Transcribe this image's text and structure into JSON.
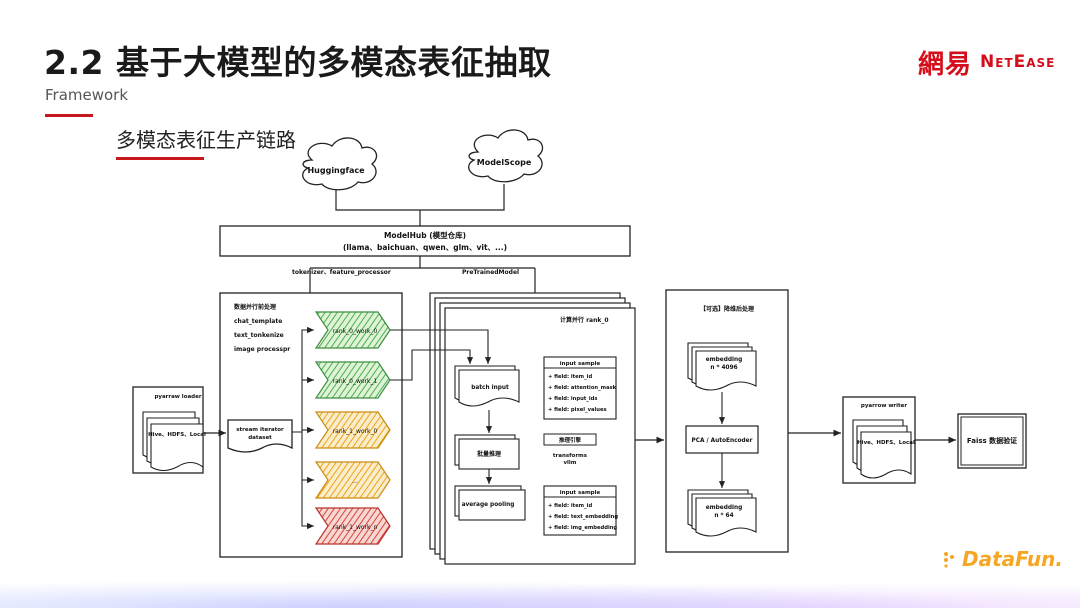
{
  "title": "2.2 基于大模型的多模态表征抽取",
  "subtitle": "Framework",
  "section": "多模态表征生产链路",
  "brand": {
    "cn": "網易",
    "en": "NetEase"
  },
  "footer_logo": "DataFun.",
  "diagram": {
    "clouds": [
      "Huggingface",
      "ModelScope"
    ],
    "modelhub": {
      "line1": "ModelHub (模型仓库)",
      "line2": "(llama、baichuan、qwen、glm、vit、...)"
    },
    "edge_labels": [
      "tokenizer、feature_processor",
      "PreTrainedModel"
    ],
    "preprocess": {
      "title": "数据并行前处理",
      "items": [
        "chat_template",
        "text_tonkenize",
        "image processpr"
      ],
      "workers": [
        "rank_0_work_0",
        "rank_0_work_1",
        "rank_1_work_0",
        "...",
        "rank_1_work_n"
      ]
    },
    "loader": {
      "title": "pyarraw loader",
      "doc": "Hive、HDFS、Local"
    },
    "stream": {
      "line1": "stream iterator",
      "line2": "dataset"
    },
    "compute": {
      "title": "计算并行 rank_0",
      "batch_input": "batch input",
      "batch_infer": "批量推理",
      "avg_pool": "average pooling",
      "input_sample_1": {
        "title": "input sample",
        "fields": [
          "+ field: item_id",
          "+ field: attention_mask",
          "+ field: input_ids",
          "+ field: pixel_values"
        ]
      },
      "engine": {
        "title": "推理引擎",
        "line1": "transforms",
        "line2": "vllm"
      },
      "input_sample_2": {
        "title": "input sample",
        "fields": [
          "+ field: item_id",
          "+ field: text_embedding",
          "+ field: img_embedding"
        ]
      }
    },
    "postprocess": {
      "title": "【可选】降维后处理",
      "emb_in": {
        "line1": "embedding",
        "line2": "n * 4096"
      },
      "pca": "PCA / AutoEncoder",
      "emb_out": {
        "line1": "embedding",
        "line2": "n * 64"
      }
    },
    "writer": {
      "title": "pyarrow writer",
      "doc": "Hive、HDFS、Local"
    },
    "faiss": "Faiss 数据验证"
  },
  "colors": {
    "accent_red": "#c8161d",
    "worker_green": "#4caf50",
    "worker_yellow": "#e8a617",
    "worker_red": "#d9443a",
    "datafun_orange": "#f6a623"
  }
}
